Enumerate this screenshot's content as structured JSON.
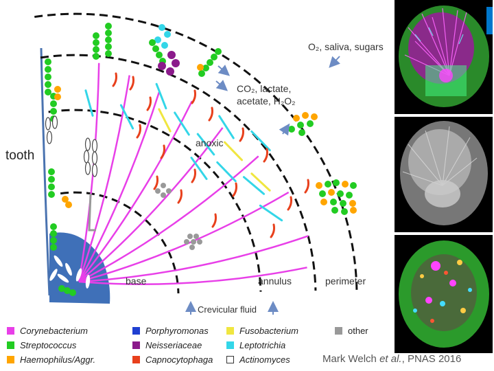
{
  "labels": {
    "tooth": "tooth",
    "o2": "O₂, saliva, sugars",
    "co2_line1": "CO₂, lactate,",
    "co2_line2": "acetate, H₂O₂",
    "anoxic": "anoxic",
    "base": "base",
    "annulus": "annulus",
    "perimeter": "perimeter",
    "crevicular": "Crevicular fluid"
  },
  "legend": [
    {
      "label": "Corynebacterium",
      "color": "#e83fe8"
    },
    {
      "label": "Streptococcus",
      "color": "#22cc22"
    },
    {
      "label": "Haemophilus/Aggr.",
      "color": "#ffa500"
    },
    {
      "label": "Porphyromonas",
      "color": "#1f3fd1"
    },
    {
      "label": "Neisseriaceae",
      "color": "#8b1a8b"
    },
    {
      "label": "Capnocytophaga",
      "color": "#e8401c"
    },
    {
      "label": "Fusobacterium",
      "color": "#f0e640"
    },
    {
      "label": "Leptotrichia",
      "color": "#33d6e8"
    },
    {
      "label": "Actinomyces",
      "color": "#ffffff"
    },
    {
      "label": "other",
      "color": "#999999"
    }
  ],
  "credit": {
    "authors": "Mark Welch",
    "etal": "et al.",
    "rest": ", PNAS 2016"
  },
  "colors": {
    "tooth": "#4a73b0",
    "base": "#3f70b8",
    "boundary": "#111111",
    "arrow": "#6d8cc4"
  }
}
